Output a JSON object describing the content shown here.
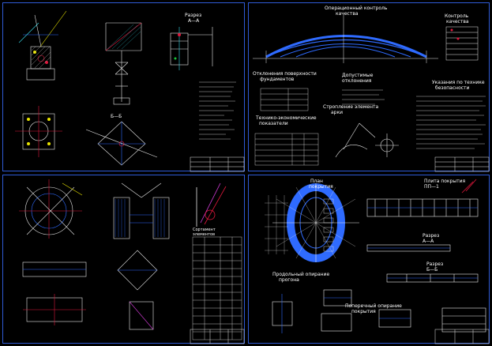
{
  "sheets": {
    "top_left": {
      "section_label": "Разрез",
      "section_label_2": "А—А",
      "node_label": "Б—Б"
    },
    "top_right": {
      "arch_title": "Операционный контроль",
      "arch_subtitle": "качества",
      "list_title": "Контроль",
      "list_subtitle": "качества",
      "prep_title": "Отклонения поверхности",
      "prep_subtitle": "фундаментов",
      "dev_title": "Допустимые",
      "dev_subtitle": "отклонения",
      "tech_title": "Технико-экономические",
      "tech_subtitle": "показатели",
      "elements_title": "Стропление элемента",
      "elements_subtitle": "арки",
      "safety_title": "Указания по технике",
      "safety_subtitle": "безопасности"
    },
    "bottom_left": {
      "scheme_title": "Сортамент",
      "scheme_subtitle": "элементов"
    },
    "bottom_right": {
      "plan_title": "План",
      "plan_subtitle": "покрытия",
      "panel_title": "Плита покрытия",
      "panel_subtitle": "ПП—1",
      "section_a": "Разрез",
      "section_a2": "А—А",
      "section_b": "Разрез",
      "section_b2": "Б—Б",
      "long_title": "Продольный опирание",
      "long_subtitle": "прогона",
      "cross_title": "Поперечный опирание",
      "cross_subtitle": "покрытия"
    }
  },
  "colors": {
    "frame": "#2f5bd6",
    "arch": "#2f6bff",
    "accent_red": "#e0183c",
    "accent_green": "#19c63a",
    "accent_yellow": "#e8e300",
    "line_white": "#e8e8e8",
    "cyan": "#39d7e6",
    "magenta": "#d23bd6"
  }
}
